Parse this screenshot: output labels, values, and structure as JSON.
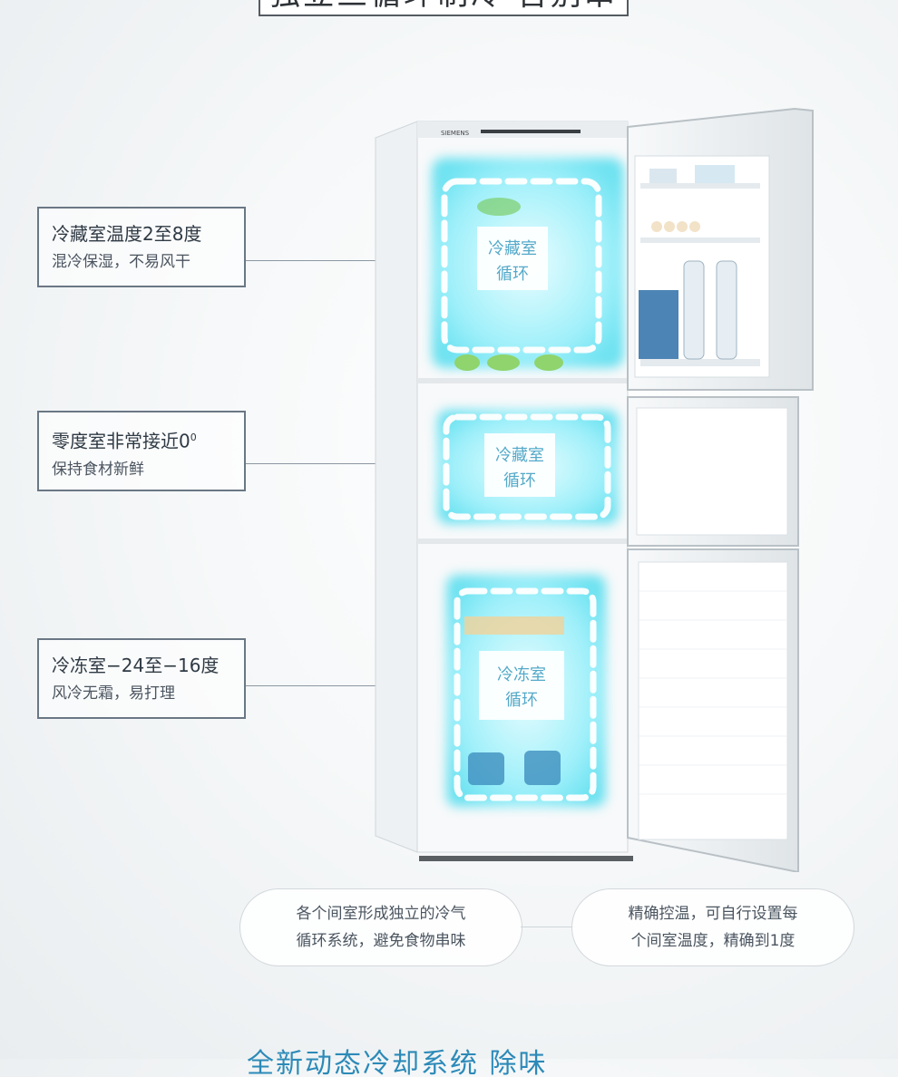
{
  "header": {
    "title": "独立三循环制冷 告别串味"
  },
  "brand": {
    "logo_text": "SIEMENS"
  },
  "callouts": [
    {
      "title": "冷藏室温度2至8度",
      "subtitle": "混冷保湿，不易风干"
    },
    {
      "title": "零度室非常接近0",
      "title_sup": "0",
      "subtitle": "保持食材新鲜"
    },
    {
      "title": "冷冻室−24至−16度",
      "subtitle": "风冷无霜，易打理"
    }
  ],
  "zones": [
    {
      "line1": "冷藏室",
      "line2": "循环"
    },
    {
      "line1": "冷藏室",
      "line2": "循环"
    },
    {
      "line1": "冷冻室",
      "line2": "循环"
    }
  ],
  "features": [
    {
      "line1": "各个间室形成独立的冷气",
      "line2": "循环系统，避免食物串味"
    },
    {
      "line1": "精确控温，可自行设置每",
      "line2": "个间室温度，精确到1度"
    }
  ],
  "footer": {
    "title": "全新动态冷却系统 除味"
  },
  "colors": {
    "accent": "#2c8ab8",
    "glow": "#5fe0f0",
    "border": "#6a7784"
  },
  "icons": {
    "arrows": "airflow-arrow-icon"
  }
}
